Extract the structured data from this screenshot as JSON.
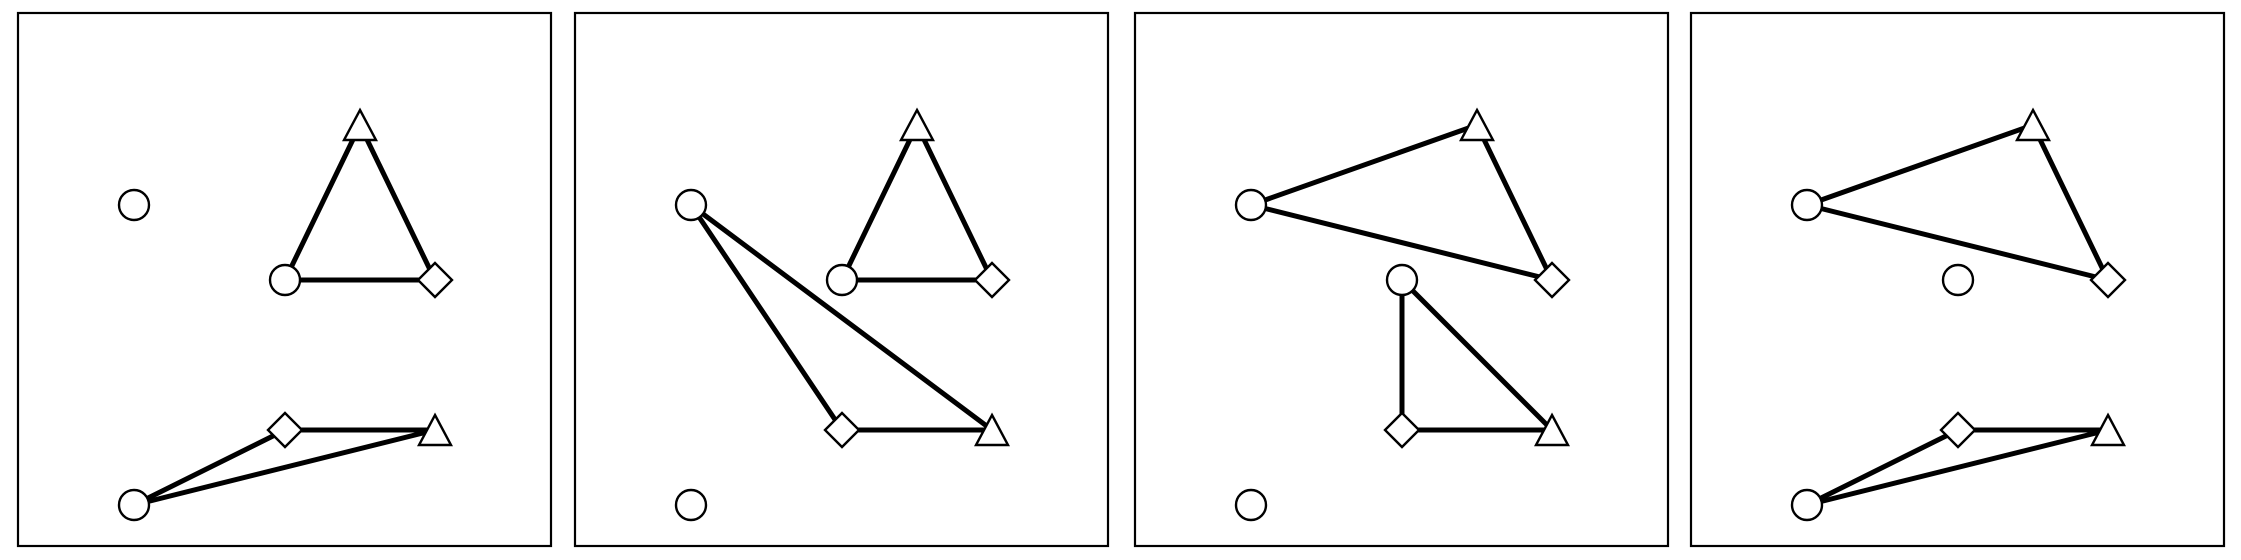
{
  "colors": {
    "background": "#ffffff",
    "stroke": "#000000",
    "node_fill": "#ffffff"
  },
  "panels": [
    {
      "name": "panel-1",
      "nodes": [
        {
          "id": "a",
          "shape": "circle"
        },
        {
          "id": "b",
          "shape": "triangle"
        },
        {
          "id": "c",
          "shape": "circle"
        },
        {
          "id": "d",
          "shape": "diamond"
        },
        {
          "id": "e",
          "shape": "diamond"
        },
        {
          "id": "f",
          "shape": "triangle"
        },
        {
          "id": "g",
          "shape": "circle"
        }
      ],
      "edges": [
        [
          "b",
          "c"
        ],
        [
          "b",
          "d"
        ],
        [
          "c",
          "d"
        ],
        [
          "g",
          "e"
        ],
        [
          "g",
          "f"
        ],
        [
          "e",
          "f"
        ]
      ]
    },
    {
      "name": "panel-2",
      "nodes": [
        {
          "id": "a",
          "shape": "circle"
        },
        {
          "id": "b",
          "shape": "triangle"
        },
        {
          "id": "c",
          "shape": "circle"
        },
        {
          "id": "d",
          "shape": "diamond"
        },
        {
          "id": "e",
          "shape": "diamond"
        },
        {
          "id": "f",
          "shape": "triangle"
        },
        {
          "id": "g",
          "shape": "circle"
        }
      ],
      "edges": [
        [
          "b",
          "c"
        ],
        [
          "b",
          "d"
        ],
        [
          "c",
          "d"
        ],
        [
          "a",
          "e"
        ],
        [
          "a",
          "f"
        ],
        [
          "e",
          "f"
        ]
      ]
    },
    {
      "name": "panel-3",
      "nodes": [
        {
          "id": "a",
          "shape": "circle"
        },
        {
          "id": "b",
          "shape": "triangle"
        },
        {
          "id": "c",
          "shape": "circle"
        },
        {
          "id": "d",
          "shape": "diamond"
        },
        {
          "id": "e",
          "shape": "diamond"
        },
        {
          "id": "f",
          "shape": "triangle"
        },
        {
          "id": "g",
          "shape": "circle"
        }
      ],
      "edges": [
        [
          "a",
          "b"
        ],
        [
          "a",
          "d"
        ],
        [
          "b",
          "d"
        ],
        [
          "c",
          "e"
        ],
        [
          "c",
          "f"
        ],
        [
          "e",
          "f"
        ]
      ]
    },
    {
      "name": "panel-4",
      "nodes": [
        {
          "id": "a",
          "shape": "circle"
        },
        {
          "id": "b",
          "shape": "triangle"
        },
        {
          "id": "c",
          "shape": "circle"
        },
        {
          "id": "d",
          "shape": "diamond"
        },
        {
          "id": "e",
          "shape": "diamond"
        },
        {
          "id": "f",
          "shape": "triangle"
        },
        {
          "id": "g",
          "shape": "circle"
        }
      ],
      "edges": [
        [
          "a",
          "b"
        ],
        [
          "a",
          "d"
        ],
        [
          "b",
          "d"
        ],
        [
          "g",
          "e"
        ],
        [
          "g",
          "f"
        ],
        [
          "e",
          "f"
        ]
      ]
    }
  ]
}
